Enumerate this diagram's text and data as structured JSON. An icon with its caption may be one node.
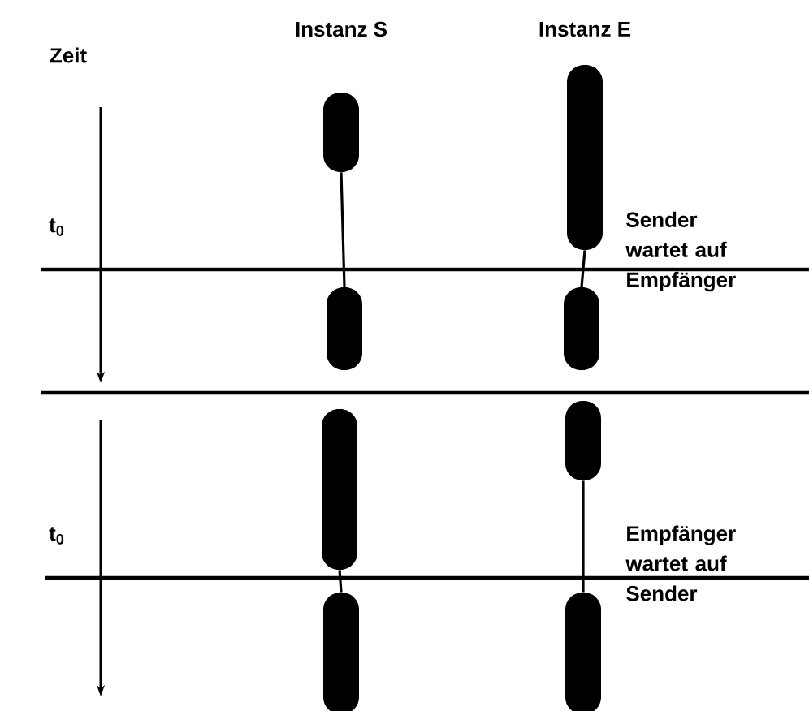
{
  "diagram": {
    "nodes": [
      {
        "text": [],
        "shape": "bar"
      },
      {
        "text": [],
        "shape": "bar"
      },
      {
        "text": [],
        "shape": "bar"
      },
      {
        "text": [],
        "shape": "bar"
      },
      {
        "text": [],
        "shape": "bar"
      },
      {
        "text": [],
        "shape": "bar"
      },
      {
        "text": [],
        "shape": "bar"
      },
      {
        "text": [],
        "shape": "bar"
      }
    ],
    "edges": [
      {
        "from": 0,
        "to": 1,
        "arrow": "none"
      },
      {
        "from": 2,
        "to": 3,
        "arrow": "none"
      },
      {
        "from": 4,
        "to": 5,
        "arrow": "none"
      },
      {
        "from": 6,
        "to": 7,
        "arrow": "none"
      }
    ],
    "labels": [
      "Instanz S",
      "Instanz E",
      "Zeit",
      "t$_{0}$",
      "Sender wartet auf Empfänger",
      "t$_{0}$",
      "Empfänger wartet auf Sender"
    ]
  }
}
